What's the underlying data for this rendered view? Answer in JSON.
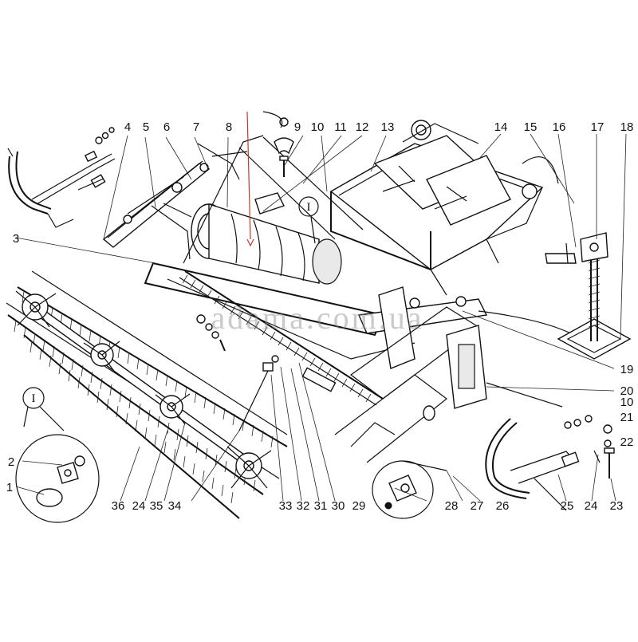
{
  "diagram": {
    "watermark": "adama.com.ua",
    "detail_marker": "I",
    "callouts": [
      "1",
      "2",
      "3",
      "4",
      "5",
      "6",
      "7",
      "8",
      "9",
      "10",
      "11",
      "12",
      "13",
      "14",
      "15",
      "16",
      "17",
      "18",
      "19",
      "20",
      "10",
      "21",
      "22",
      "23",
      "24",
      "25",
      "26",
      "27",
      "28",
      "29",
      "30",
      "31",
      "32",
      "33",
      "34",
      "35",
      "24",
      "36",
      "I",
      "I"
    ]
  }
}
